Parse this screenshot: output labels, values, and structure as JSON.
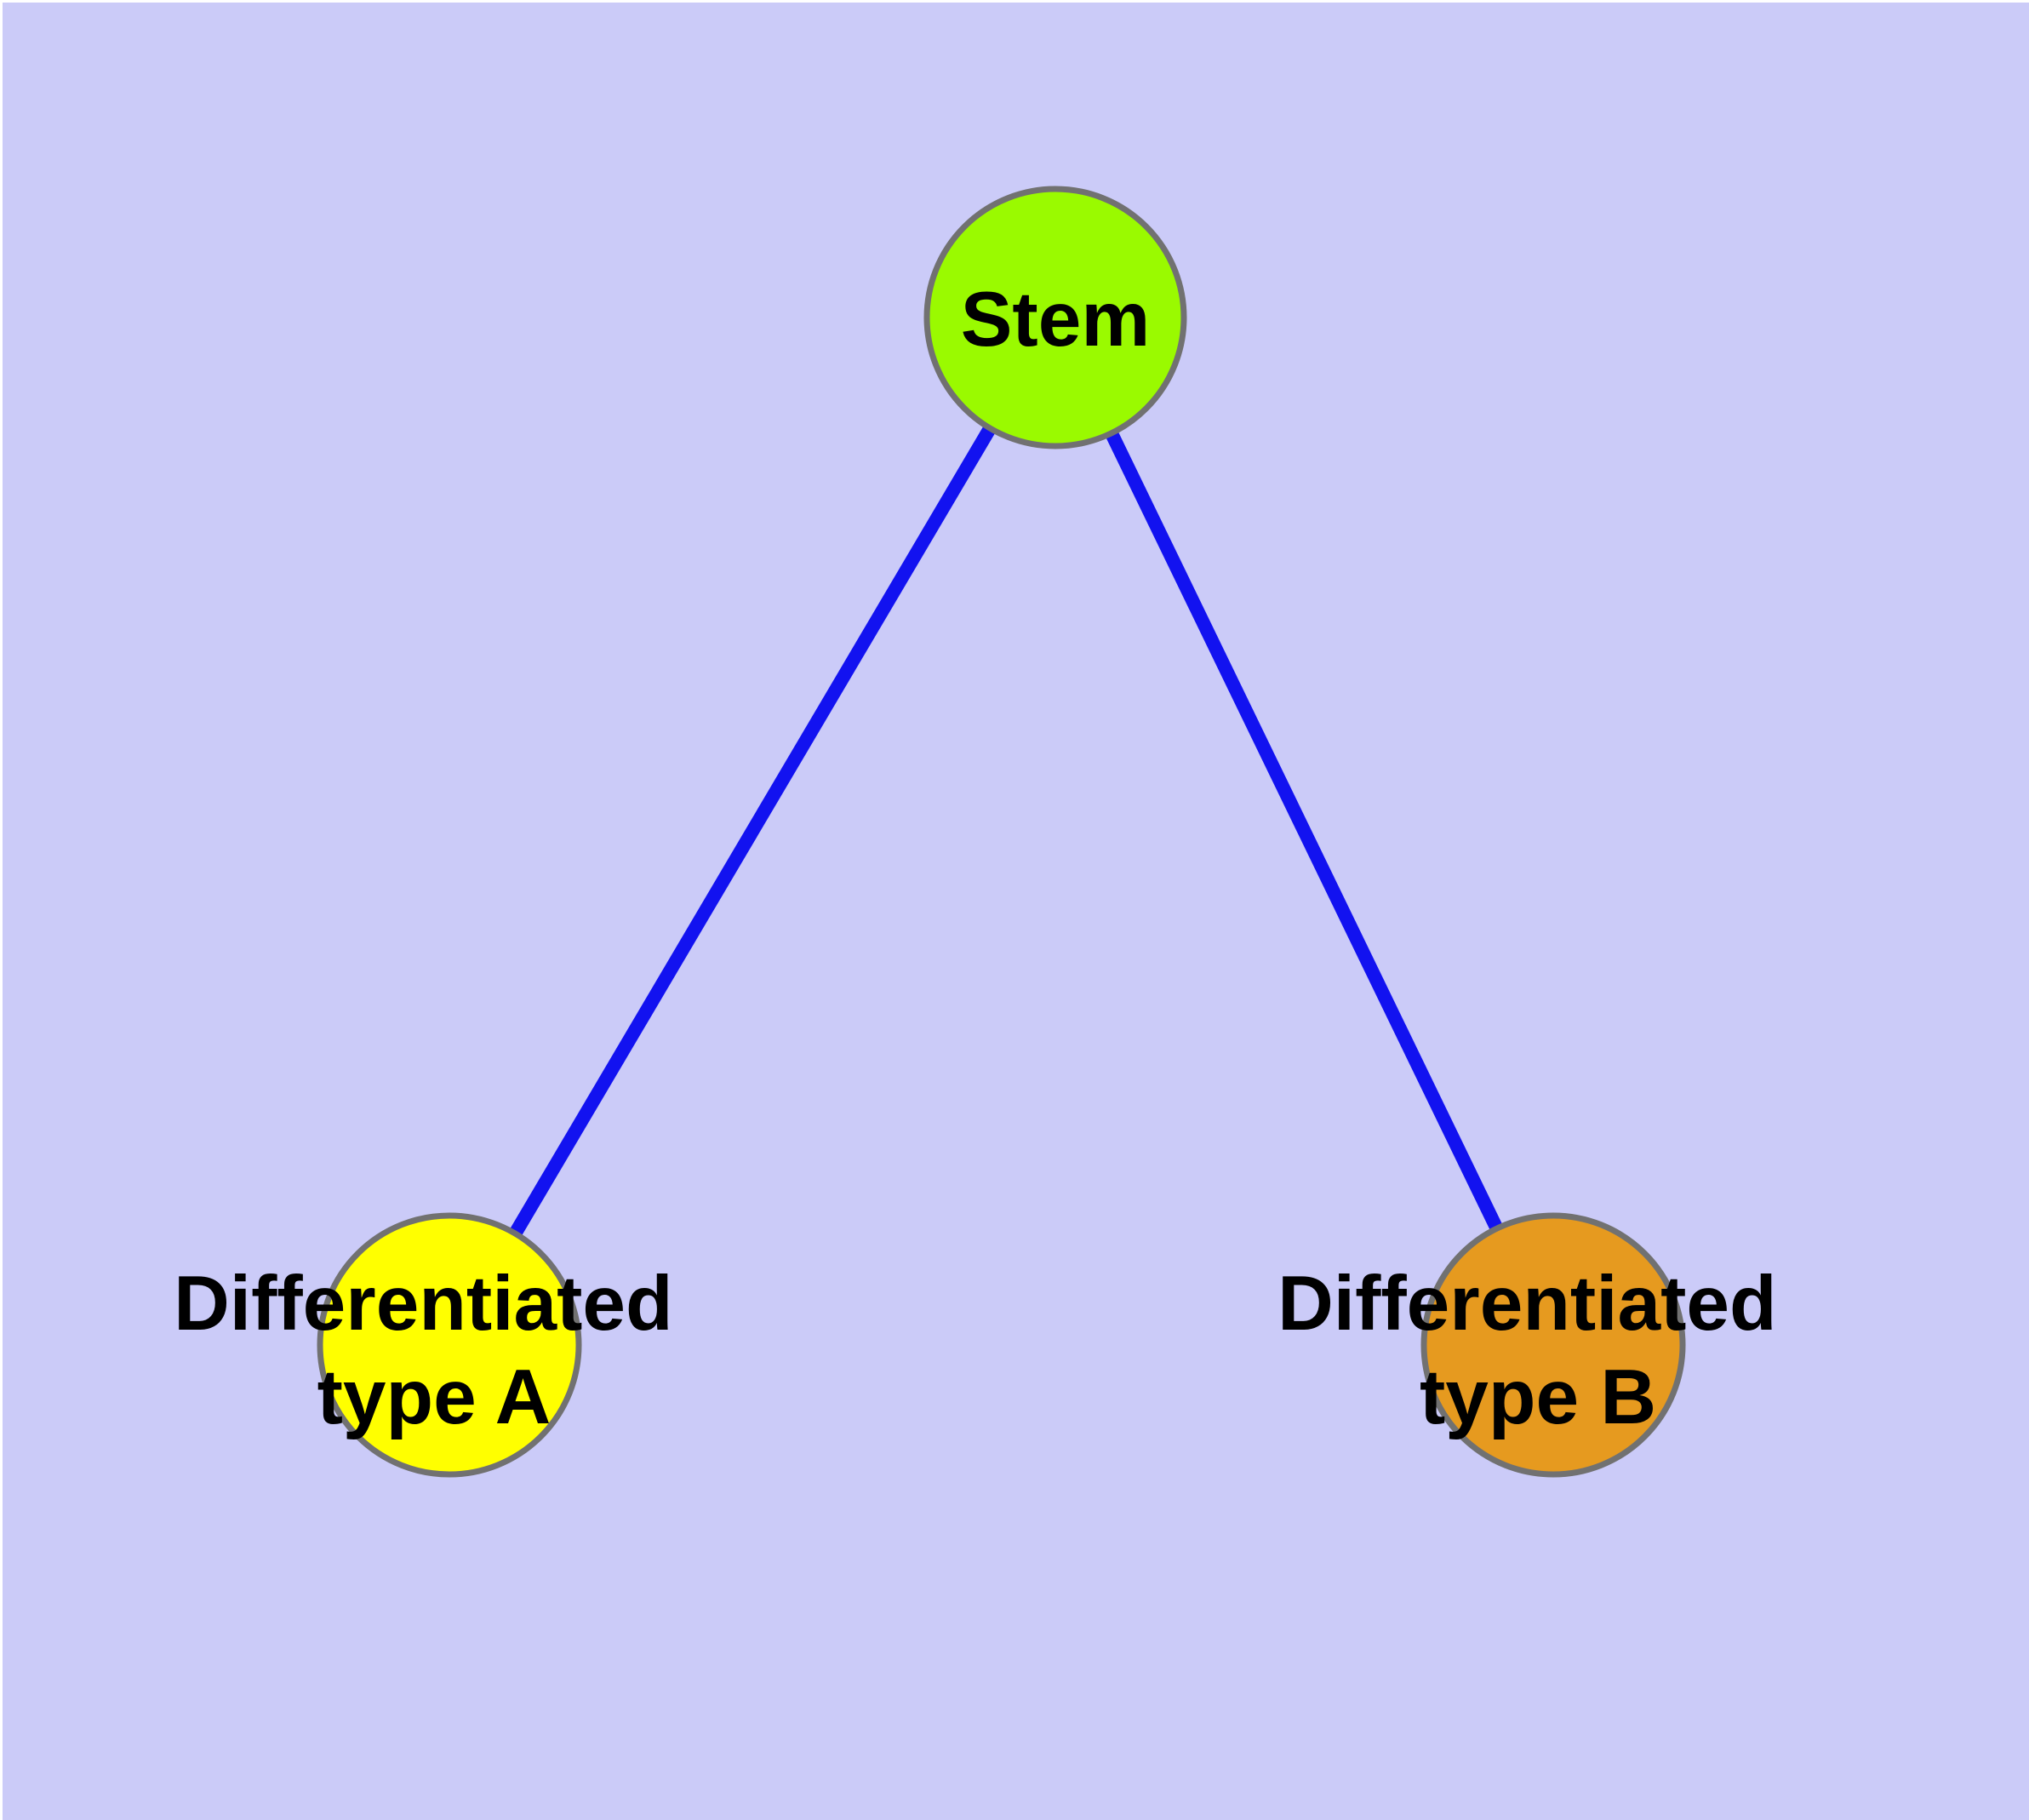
{
  "diagram": {
    "background_color": "#CBCBF8",
    "edge_color": "#1212F0",
    "node_border_color": "#717171",
    "text_color": "#000000",
    "nodes": [
      {
        "id": "stem",
        "label": "Stem",
        "lines": [
          "Stem"
        ],
        "fill": "#9AFA00"
      },
      {
        "id": "differentiated-type-a",
        "label": "Differentiated type A",
        "lines": [
          "Differentiated",
          "type A"
        ],
        "fill": "#FFFF00"
      },
      {
        "id": "differentiated-type-b",
        "label": "Differentiated type B",
        "lines": [
          "Differentiated",
          "type B"
        ],
        "fill": "#E69A1F"
      }
    ],
    "edges": [
      {
        "from": "Stem",
        "to": "Differentiated type A"
      },
      {
        "from": "Stem",
        "to": "Differentiated type B"
      }
    ]
  }
}
